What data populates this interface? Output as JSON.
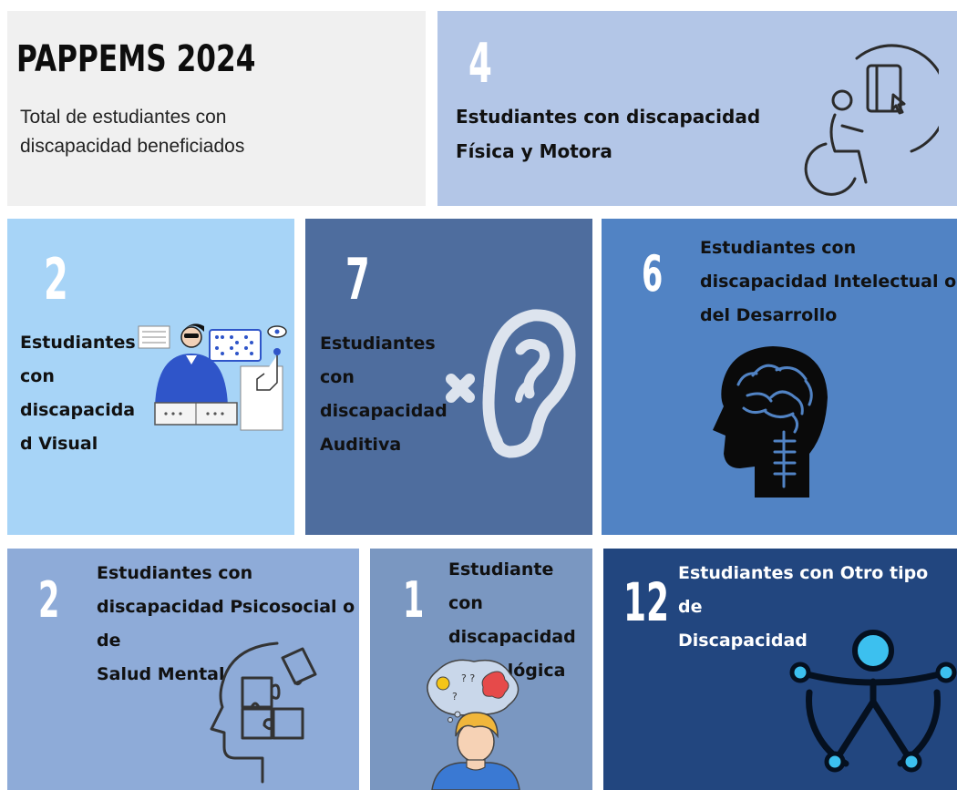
{
  "header": {
    "title": "PAPPEMS 2024",
    "subtitle": "Total de estudiantes con\ndiscapacidad beneficiados"
  },
  "cards": {
    "fisica": {
      "count": "4",
      "label": "Estudiantes con discapacidad\nFísica y Motora",
      "icon": "wheelchair-user-icon"
    },
    "visual": {
      "count": "2",
      "label": "Estudiantes\ncon\ndiscapacida\nd Visual",
      "icon": "braille-reader-icon"
    },
    "auditiva": {
      "count": "7",
      "label": "Estudiantes\ncon\ndiscapacidad\nAuditiva",
      "icon": "deaf-ear-icon"
    },
    "intelectual": {
      "count": "6",
      "label": "Estudiantes con\ndiscapacidad Intelectual o\ndel Desarrollo",
      "icon": "head-brain-icon"
    },
    "psicosocial": {
      "count": "2",
      "label": "Estudiantes con\ndiscapacidad Psicosocial o de\nSalud Mental",
      "icon": "head-puzzle-icon"
    },
    "neurologica": {
      "count": "1",
      "label": "Estudiante con\ndiscapacidad\nNeurológica",
      "icon": "thinking-person-icon"
    },
    "otro": {
      "count": "12",
      "label": "Estudiantes con Otro tipo de\nDiscapacidad",
      "icon": "accessibility-icon"
    }
  },
  "colors": {
    "header_bg": "#f0f0f0",
    "fisica_bg": "#b3c6e7",
    "visual_bg": "#a7d4f7",
    "auditiva_bg": "#4e6d9e",
    "intelectual_bg": "#5183c4",
    "psicosocial_bg": "#8eabd8",
    "neurologica_bg": "#7a97c1",
    "otro_bg": "#22467f",
    "accent_cyan": "#3cc0ef"
  }
}
